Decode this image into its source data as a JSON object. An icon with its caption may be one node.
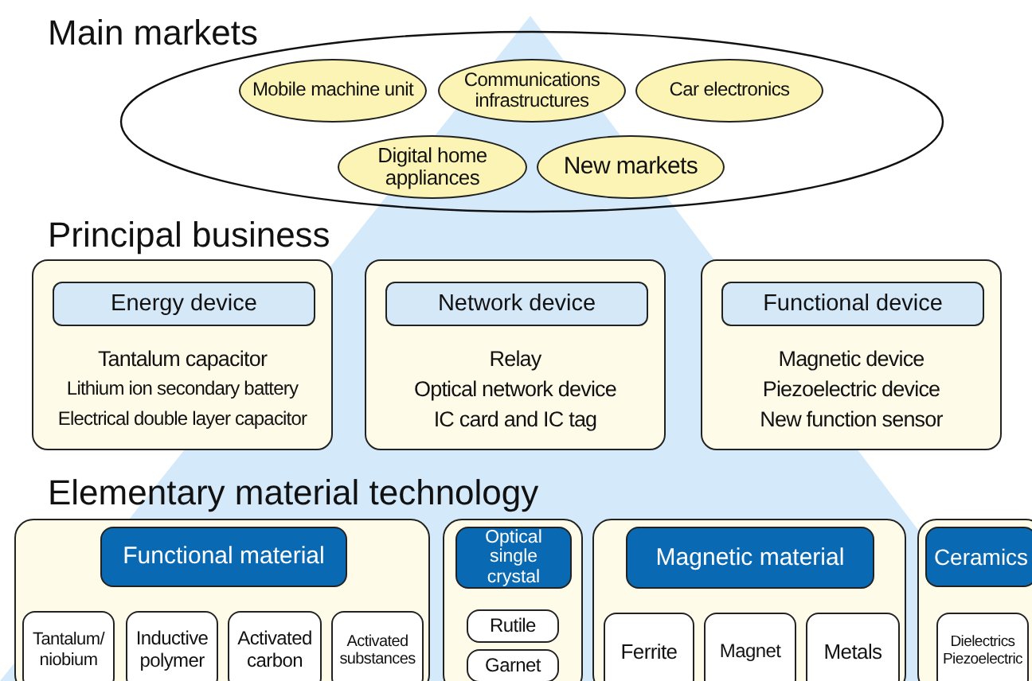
{
  "diagram": {
    "nodes": [
      {
        "text": [
          "Main markets"
        ]
      },
      {
        "text": [
          "Mobile machine unit"
        ],
        "in": 0
      },
      {
        "text": [
          "Communications infrastructures"
        ],
        "in": 0
      },
      {
        "text": [
          "Car electronics"
        ],
        "in": 0
      },
      {
        "text": [
          "Digital home appliances"
        ],
        "in": 0
      },
      {
        "text": [
          "New markets"
        ],
        "in": 0
      },
      {
        "text": [
          "Tantalum capacitor",
          "Lithium ion secondary battery",
          "Electrical double layer capacitor"
        ]
      },
      {
        "text": [
          "Energy device"
        ],
        "in": 6
      },
      {
        "text": [
          "Relay",
          "Optical network device",
          "IC card and IC tag"
        ]
      },
      {
        "text": [
          "Network device"
        ],
        "in": 8
      },
      {
        "text": [
          "Magnetic device",
          "Piezoelectric device",
          "New function sensor"
        ]
      },
      {
        "text": [
          "Functional device"
        ],
        "in": 10
      },
      {
        "text": [],
        "shape": "box"
      },
      {
        "text": [
          "Functional material"
        ],
        "in": 12
      },
      {
        "text": [
          "Tantalum/ niobium"
        ],
        "in": 12
      },
      {
        "text": [
          "Inductive polymer"
        ],
        "in": 12
      },
      {
        "text": [
          "Activated carbon"
        ],
        "in": 12
      },
      {
        "text": [
          "Activated substances"
        ],
        "in": 12
      },
      {
        "text": [],
        "shape": "box"
      },
      {
        "text": [
          "Optical single crystal"
        ],
        "in": 18
      },
      {
        "text": [
          "Rutile"
        ],
        "in": 18
      },
      {
        "text": [
          "Garnet"
        ],
        "in": 18
      },
      {
        "text": [],
        "shape": "box"
      },
      {
        "text": [
          "Magnetic material"
        ],
        "in": 22
      },
      {
        "text": [
          "Ferrite"
        ],
        "in": 22
      },
      {
        "text": [
          "Magnet"
        ],
        "in": 22
      },
      {
        "text": [
          "Metals"
        ],
        "in": 22
      },
      {
        "text": [],
        "shape": "box"
      },
      {
        "text": [
          "Ceramics"
        ],
        "in": 27
      },
      {
        "text": [
          "Dielectrics",
          "Piezoelectric"
        ],
        "in": 27
      }
    ],
    "labels": [
      "Principal business",
      "Elementary material technology"
    ]
  }
}
